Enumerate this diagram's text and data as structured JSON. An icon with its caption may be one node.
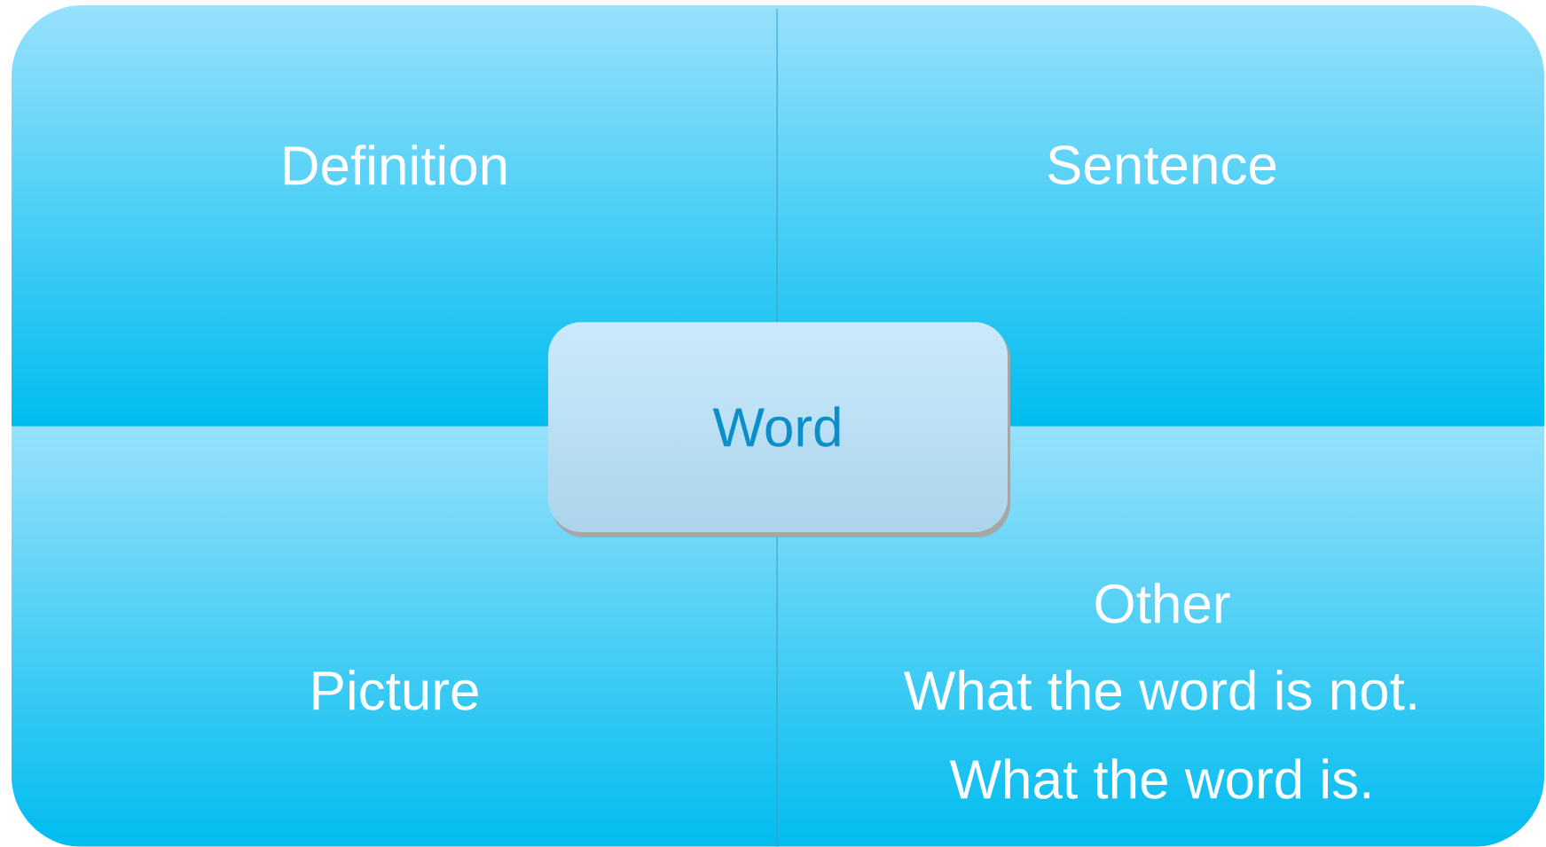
{
  "diagram": {
    "nodes": [
      {
        "text": [
          "Definition"
        ]
      },
      {
        "text": [
          "Sentence"
        ]
      },
      {
        "text": [
          "Picture"
        ]
      },
      {
        "text": [
          "Other",
          "What the word is not.",
          "What the word is."
        ]
      },
      {
        "text": [
          "Word"
        ]
      }
    ]
  }
}
